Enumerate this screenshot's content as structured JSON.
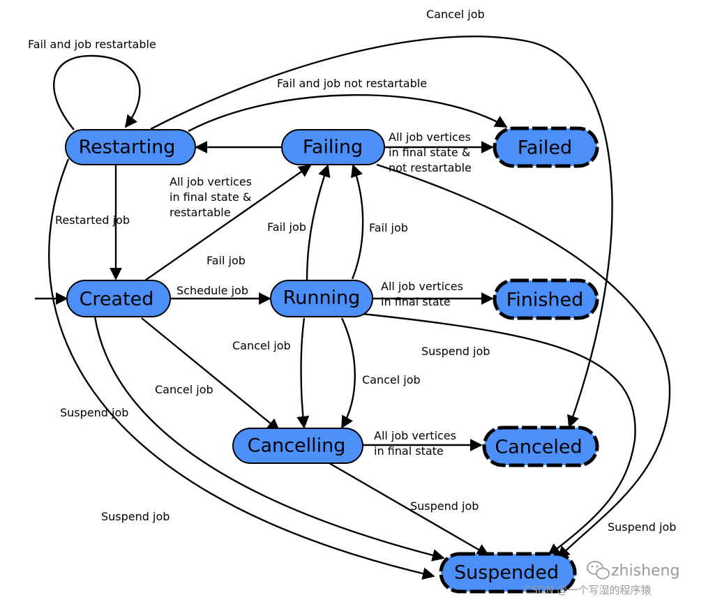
{
  "nodes": {
    "restarting": "Restarting",
    "failing": "Failing",
    "failed": "Failed",
    "created": "Created",
    "running": "Running",
    "finished": "Finished",
    "cancelling": "Cancelling",
    "canceled": "Canceled",
    "suspended": "Suspended"
  },
  "edges": {
    "restart_loop": "Fail and job restartable",
    "cancel_restarting": "Cancel job",
    "fail_not_restartable": "Fail and job not restartable",
    "failing_failed": [
      "All job vertices",
      "in final state &",
      "not restartable"
    ],
    "failing_restarting": [
      "All job vertices",
      "in final state &",
      "restartable"
    ],
    "restarted": "Restarted job",
    "created_failing": "Fail job",
    "running_failing_1": "Fail job",
    "running_failing_2": "Fail job",
    "schedule": "Schedule job",
    "running_finished": [
      "All job vertices",
      "in final state"
    ],
    "running_suspend": "Suspend job",
    "running_cancel_1": "Cancel job",
    "running_cancel_2": "Cancel job",
    "created_cancel": "Cancel job",
    "created_suspend": "Suspend job",
    "restarting_suspend": "Suspend job",
    "cancelling_canceled": [
      "All job vertices",
      "in final state"
    ],
    "cancelling_suspend": "Suspend job",
    "failing_suspend": "Suspend job"
  },
  "watermark": {
    "name": "zhisheng",
    "caption": "CSDN @一个写湿的程序猿"
  }
}
